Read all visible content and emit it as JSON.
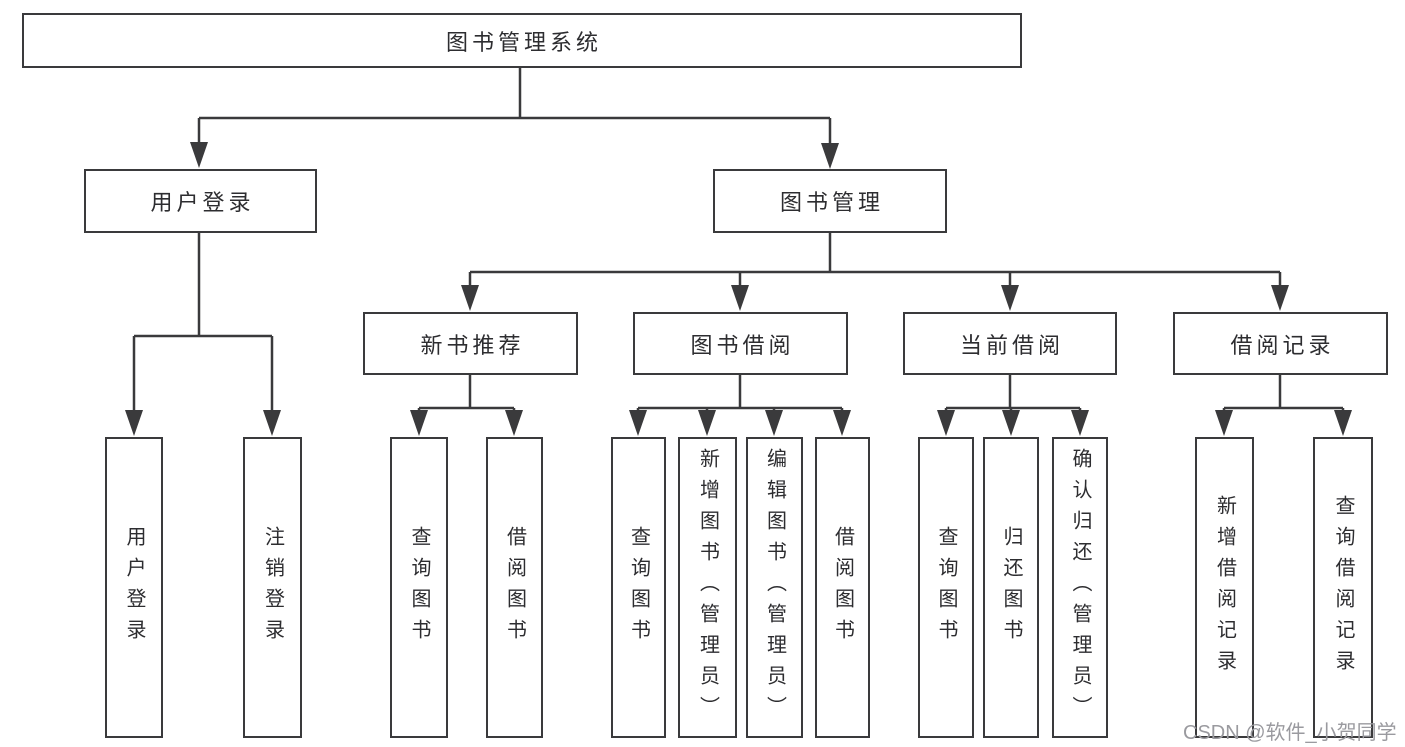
{
  "page": {
    "background": "#ffffff"
  },
  "colors": {
    "line": "#3a3a3c",
    "box_border": "#3a3a3c",
    "box_fill": "#ffffff",
    "label_text": "#2d2d30",
    "watermark_text": "#9a9a9f"
  },
  "nodes": {
    "root": {
      "label": "图书管理系统"
    },
    "user_login": {
      "label": "用户登录"
    },
    "book_mgmt": {
      "label": "图书管理"
    },
    "new_book_rec": {
      "label": "新书推荐"
    },
    "book_borrow": {
      "label": "图书借阅"
    },
    "current_borrow": {
      "label": "当前借阅"
    },
    "borrow_records": {
      "label": "借阅记录"
    },
    "leaf_user_login": {
      "label": "用户登录"
    },
    "leaf_logout": {
      "label": "注销登录"
    },
    "leaf_query_book_newrec": {
      "label": "查询图书"
    },
    "leaf_borrow_book_newrec": {
      "label": "借阅图书"
    },
    "leaf_query_book_borrow": {
      "label": "查询图书"
    },
    "leaf_add_book_admin": {
      "label": "新增图书（管理员）"
    },
    "leaf_edit_book_admin": {
      "label": "编辑图书（管理员）"
    },
    "leaf_borrow_book_borrow": {
      "label": "借阅图书"
    },
    "leaf_query_book_current": {
      "label": "查询图书"
    },
    "leaf_return_book": {
      "label": "归还图书"
    },
    "leaf_confirm_return_admin": {
      "label": "确认归还（管理员）"
    },
    "leaf_add_borrow_record": {
      "label": "新增借阅记录"
    },
    "leaf_query_borrow_record": {
      "label": "查询借阅记录"
    }
  },
  "structure": {
    "图书管理系统": {
      "用户登录": [
        "用户登录",
        "注销登录"
      ],
      "图书管理": {
        "新书推荐": [
          "查询图书",
          "借阅图书"
        ],
        "图书借阅": [
          "查询图书",
          "新增图书（管理员）",
          "编辑图书（管理员）",
          "借阅图书"
        ],
        "当前借阅": [
          "查询图书",
          "归还图书",
          "确认归还（管理员）"
        ],
        "借阅记录": [
          "新增借阅记录",
          "查询借阅记录"
        ]
      }
    }
  },
  "watermark": {
    "text": "CSDN @软件_小贺同学"
  }
}
